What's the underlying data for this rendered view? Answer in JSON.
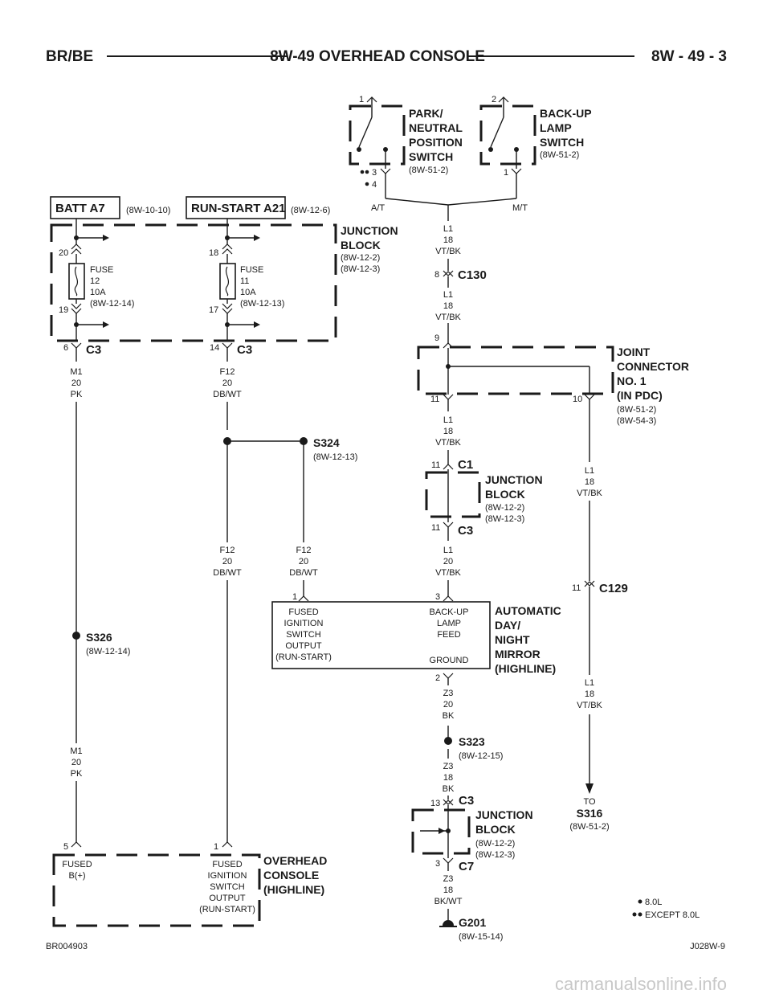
{
  "header": {
    "left": "BR/BE",
    "center": "8W-49 OVERHEAD CONSOLE",
    "right": "8W - 49 - 3"
  },
  "components": {
    "pnp_switch": {
      "line1": "PARK/",
      "line2": "NEUTRAL",
      "line3": "POSITION",
      "line4": "SWITCH",
      "ref": "(8W-51-2)",
      "pin_top": "1",
      "pin_a": "3",
      "pin_b": "4"
    },
    "backup_switch": {
      "line1": "BACK-UP",
      "line2": "LAMP",
      "line3": "SWITCH",
      "ref": "(8W-51-2)",
      "pin_top": "2",
      "pin_bottom": "1"
    },
    "at_label": "A/T",
    "mt_label": "M/T",
    "batt": {
      "label": "BATT A7",
      "ref": "(8W-10-10)"
    },
    "run_start": {
      "label": "RUN-START A21",
      "ref": "(8W-12-6)"
    },
    "junction_block_top": {
      "line1": "JUNCTION",
      "line2": "BLOCK",
      "ref1": "(8W-12-2)",
      "ref2": "(8W-12-3)"
    },
    "fuse12": {
      "pin_in": "20",
      "pin_out": "19",
      "l1": "FUSE",
      "l2": "12",
      "l3": "10A",
      "ref": "(8W-12-14)"
    },
    "fuse11": {
      "pin_in": "18",
      "pin_out": "17",
      "l1": "FUSE",
      "l2": "11",
      "l3": "10A",
      "ref": "(8W-12-13)"
    },
    "c3_left": {
      "pin": "6",
      "name": "C3"
    },
    "c3_mid": {
      "pin": "14",
      "name": "C3"
    },
    "wire_m1_top": {
      "l1": "M1",
      "l2": "20",
      "l3": "PK"
    },
    "wire_f12_top": {
      "l1": "F12",
      "l2": "20",
      "l3": "DB/WT"
    },
    "s324": {
      "name": "S324",
      "ref": "(8W-12-13)"
    },
    "wire_f12_a": {
      "l1": "F12",
      "l2": "20",
      "l3": "DB/WT"
    },
    "wire_f12_b": {
      "l1": "F12",
      "l2": "20",
      "l3": "DB/WT"
    },
    "s326": {
      "name": "S326",
      "ref": "(8W-12-14)"
    },
    "wire_m1_bot": {
      "l1": "M1",
      "l2": "20",
      "l3": "PK"
    },
    "wire_l1_a": {
      "l1": "L1",
      "l2": "18",
      "l3": "VT/BK"
    },
    "c130": {
      "pin": "8",
      "name": "C130"
    },
    "wire_l1_b": {
      "l1": "L1",
      "l2": "18",
      "l3": "VT/BK"
    },
    "joint_connector": {
      "line1": "JOINT",
      "line2": "CONNECTOR",
      "line3": "NO. 1",
      "line4": "(IN PDC)",
      "ref1": "(8W-51-2)",
      "ref2": "(8W-54-3)",
      "pin_top": "9",
      "pin_left": "11",
      "pin_right": "10"
    },
    "wire_l1_c": {
      "l1": "L1",
      "l2": "18",
      "l3": "VT/BK"
    },
    "junction_block_mid": {
      "line1": "JUNCTION",
      "line2": "BLOCK",
      "ref1": "(8W-12-2)",
      "ref2": "(8W-12-3)",
      "pin_top": "11",
      "c_top": "C1",
      "pin_bot": "11",
      "c_bot": "C3"
    },
    "wire_l1_d": {
      "l1": "L1",
      "l2": "20",
      "l3": "VT/BK"
    },
    "wire_l1_right": {
      "l1": "L1",
      "l2": "18",
      "l3": "VT/BK"
    },
    "c129": {
      "pin": "11",
      "name": "C129"
    },
    "wire_l1_right2": {
      "l1": "L1",
      "l2": "18",
      "l3": "VT/BK"
    },
    "to_s316": {
      "to": "TO",
      "name": "S316",
      "ref": "(8W-51-2)"
    },
    "mirror": {
      "pin1": "1",
      "pin3": "3",
      "pin2": "2",
      "left_lines": [
        "FUSED",
        "IGNITION",
        "SWITCH",
        "OUTPUT",
        "(RUN-START)"
      ],
      "right_lines": [
        "BACK-UP",
        "LAMP",
        "FEED"
      ],
      "ground": "GROUND",
      "line1": "AUTOMATIC",
      "line2": "DAY/",
      "line3": "NIGHT",
      "line4": "MIRROR",
      "line5": "(HIGHLINE)"
    },
    "wire_z3_a": {
      "l1": "Z3",
      "l2": "20",
      "l3": "BK"
    },
    "s323": {
      "name": "S323",
      "ref": "(8W-12-15)"
    },
    "wire_z3_b": {
      "l1": "Z3",
      "l2": "18",
      "l3": "BK"
    },
    "junction_block_bot": {
      "line1": "JUNCTION",
      "line2": "BLOCK",
      "ref1": "(8W-12-2)",
      "ref2": "(8W-12-3)",
      "pin_top": "13",
      "c_top": "C3",
      "pin_bot": "3",
      "c_bot": "C7"
    },
    "wire_z3_c": {
      "l1": "Z3",
      "l2": "18",
      "l3": "BK/WT"
    },
    "g201": {
      "name": "G201",
      "ref": "(8W-15-14)"
    },
    "overhead_console": {
      "pin5": "5",
      "pin1": "1",
      "left_lines": [
        "FUSED",
        "B(+)"
      ],
      "right_lines": [
        "FUSED",
        "IGNITION",
        "SWITCH",
        "OUTPUT",
        "(RUN-START)"
      ],
      "line1": "OVERHEAD",
      "line2": "CONSOLE",
      "line3": "(HIGHLINE)"
    }
  },
  "legend": {
    "single": "8.0L",
    "double": "EXCEPT 8.0L"
  },
  "footer": {
    "left": "BR004903",
    "right": "J028W-9",
    "watermark": "carmanualsonline.info"
  }
}
